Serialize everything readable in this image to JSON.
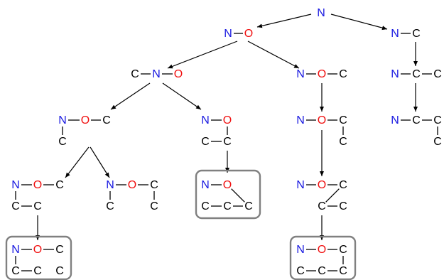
{
  "diagram": {
    "nodes": [
      {
        "id": "root",
        "atoms": [
          "N"
        ],
        "bonds": []
      },
      {
        "id": "n1",
        "atoms": [
          "N",
          "O"
        ],
        "bonds": [
          [
            0,
            1
          ]
        ]
      },
      {
        "id": "n2",
        "atoms": [
          "N",
          "C"
        ],
        "bonds": [
          [
            0,
            1
          ]
        ]
      },
      {
        "id": "n3",
        "atoms": [
          "C",
          "N",
          "O"
        ],
        "bonds": [
          [
            0,
            1
          ],
          [
            1,
            2
          ]
        ]
      },
      {
        "id": "n4",
        "atoms": [
          "N",
          "O",
          "C"
        ],
        "bonds": [
          [
            0,
            1
          ],
          [
            1,
            2
          ]
        ]
      },
      {
        "id": "n5",
        "atoms": [
          "N",
          "C",
          "C"
        ],
        "bonds": [
          [
            0,
            1
          ],
          [
            1,
            2
          ]
        ]
      },
      {
        "id": "n6",
        "atoms": [
          "N",
          "O",
          "C",
          "C"
        ],
        "bonds": [
          [
            0,
            1
          ],
          [
            1,
            2
          ],
          [
            0,
            3
          ]
        ]
      },
      {
        "id": "n7",
        "atoms": [
          "N",
          "O",
          "C",
          "C"
        ],
        "bonds": [
          [
            0,
            1
          ],
          [
            1,
            3
          ],
          [
            3,
            2
          ]
        ]
      },
      {
        "id": "n8",
        "atoms": [
          "N",
          "O",
          "C",
          "C"
        ],
        "bonds": [
          [
            0,
            1
          ],
          [
            1,
            2
          ],
          [
            2,
            3
          ]
        ]
      },
      {
        "id": "n9",
        "atoms": [
          "N",
          "C",
          "C",
          "C"
        ],
        "bonds": [
          [
            0,
            1
          ],
          [
            1,
            2
          ],
          [
            2,
            3
          ]
        ]
      },
      {
        "id": "n10",
        "atoms": [
          "N",
          "O",
          "C",
          "C",
          "C"
        ],
        "bonds": [
          [
            0,
            1
          ],
          [
            1,
            2
          ],
          [
            0,
            3
          ],
          [
            3,
            4
          ]
        ]
      },
      {
        "id": "n11",
        "atoms": [
          "N",
          "O",
          "C",
          "C",
          "C"
        ],
        "bonds": [
          [
            0,
            1
          ],
          [
            1,
            2
          ],
          [
            0,
            3
          ],
          [
            2,
            4
          ]
        ]
      },
      {
        "id": "n12",
        "atoms": [
          "N",
          "O",
          "C",
          "C",
          "C"
        ],
        "bonds": [
          [
            0,
            1
          ],
          [
            1,
            4
          ],
          [
            4,
            3
          ],
          [
            3,
            2
          ]
        ],
        "highlight": true
      },
      {
        "id": "n13",
        "atoms": [
          "N",
          "O",
          "C",
          "C",
          "C"
        ],
        "bonds": [
          [
            0,
            1
          ],
          [
            1,
            2
          ],
          [
            2,
            3
          ],
          [
            3,
            4
          ]
        ]
      },
      {
        "id": "n14",
        "atoms": [
          "N",
          "O",
          "C",
          "C",
          "C",
          "C"
        ],
        "bonds": [
          [
            0,
            1
          ],
          [
            1,
            2
          ],
          [
            0,
            3
          ],
          [
            3,
            4
          ]
        ],
        "highlight": true
      },
      {
        "id": "n15",
        "atoms": [
          "N",
          "O",
          "C",
          "C",
          "C",
          "C"
        ],
        "bonds": [
          [
            0,
            1
          ],
          [
            1,
            2
          ],
          [
            2,
            5
          ],
          [
            5,
            4
          ],
          [
            4,
            3
          ]
        ],
        "highlight": true
      }
    ],
    "edges": [
      [
        "root",
        "n1"
      ],
      [
        "root",
        "n2"
      ],
      [
        "n1",
        "n3"
      ],
      [
        "n1",
        "n4"
      ],
      [
        "n2",
        "n5"
      ],
      [
        "n5",
        "n9"
      ],
      [
        "n3",
        "n6"
      ],
      [
        "n3",
        "n7"
      ],
      [
        "n6",
        "n10"
      ],
      [
        "n6",
        "n11"
      ],
      [
        "n7",
        "n12"
      ],
      [
        "n4",
        "n8"
      ],
      [
        "n8",
        "n13"
      ],
      [
        "n10",
        "n14"
      ],
      [
        "n13",
        "n15"
      ]
    ]
  }
}
